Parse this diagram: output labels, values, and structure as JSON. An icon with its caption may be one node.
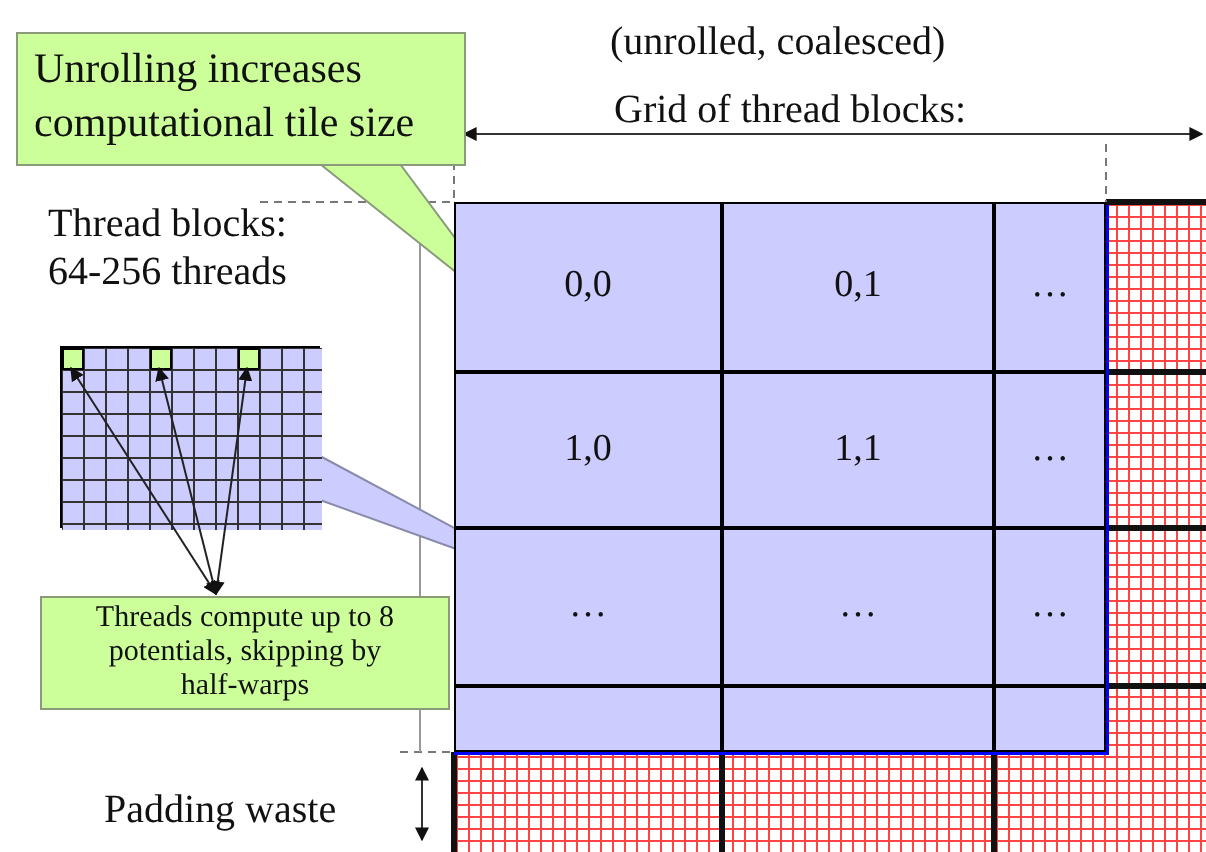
{
  "diagram": {
    "nodes": [
      {
        "text": [
          "Unrolling increases computational tile size"
        ]
      },
      {
        "text": [],
        "shape": "box"
      },
      {
        "text": [],
        "shape": "box",
        "in": 1
      },
      {
        "text": [],
        "shape": "box",
        "in": 1
      },
      {
        "text": [],
        "shape": "box",
        "in": 1
      },
      {
        "text": [
          "Threads compute up to 8 potentials, skipping by half-warps"
        ]
      },
      {
        "text": [
          "0,0"
        ]
      },
      {
        "text": [
          "0,1"
        ]
      },
      {
        "text": [
          "…"
        ]
      },
      {
        "text": [
          "1,0"
        ]
      },
      {
        "text": [
          "1,1"
        ]
      },
      {
        "text": [
          "…"
        ]
      },
      {
        "text": [
          "…"
        ]
      },
      {
        "text": [
          "…"
        ]
      },
      {
        "text": [
          "…"
        ]
      },
      {
        "text": [],
        "shape": "box"
      },
      {
        "text": [],
        "shape": "box"
      },
      {
        "text": [],
        "shape": "box"
      }
    ],
    "edges": [
      {
        "from": 5,
        "to": 2,
        "arrow": "both"
      },
      {
        "from": 5,
        "to": 3,
        "arrow": "both"
      },
      {
        "from": 5,
        "to": 4,
        "arrow": "both"
      }
    ],
    "labels": [
      "(unrolled, coalesced)",
      "Grid of thread blocks:",
      "Thread blocks: 64-256 threads",
      "Padding waste"
    ]
  }
}
